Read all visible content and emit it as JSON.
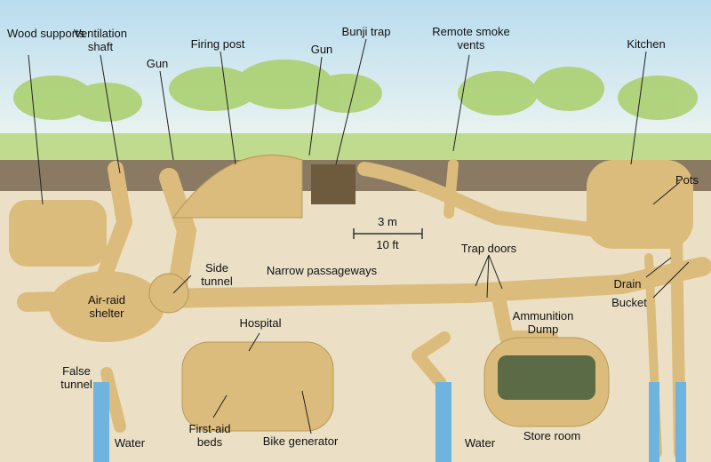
{
  "labels": {
    "wood_supports": "Wood supports",
    "ventilation_shaft": "Ventilation shaft",
    "firing_post": "Firing post",
    "gun_left": "Gun",
    "gun_right": "Gun",
    "bunji_trap": "Bunji trap",
    "remote_smoke_vents": "Remote smoke vents",
    "kitchen": "Kitchen",
    "pots": "Pots",
    "scale_m": "3 m",
    "scale_ft": "10 ft",
    "side_tunnel": "Side tunnel",
    "narrow_passageways": "Narrow passageways",
    "trap_doors": "Trap doors",
    "air_raid_shelter": "Air-raid shelter",
    "drain": "Drain",
    "bucket": "Bucket",
    "hospital": "Hospital",
    "ammunition_dump": "Ammunition Dump",
    "false_tunnel": "False tunnel",
    "water_left": "Water",
    "first_aid_beds": "First-aid beds",
    "bike_generator": "Bike generator",
    "water_right": "Water",
    "store_room": "Store room"
  },
  "colors": {
    "sky": "#cfe6f2",
    "topsoil": "#8a7a64",
    "soil": "#ebe0c6",
    "tunnel": "#dcbc7c",
    "water": "#6fb3df",
    "foliage": "#a9cf6a"
  }
}
